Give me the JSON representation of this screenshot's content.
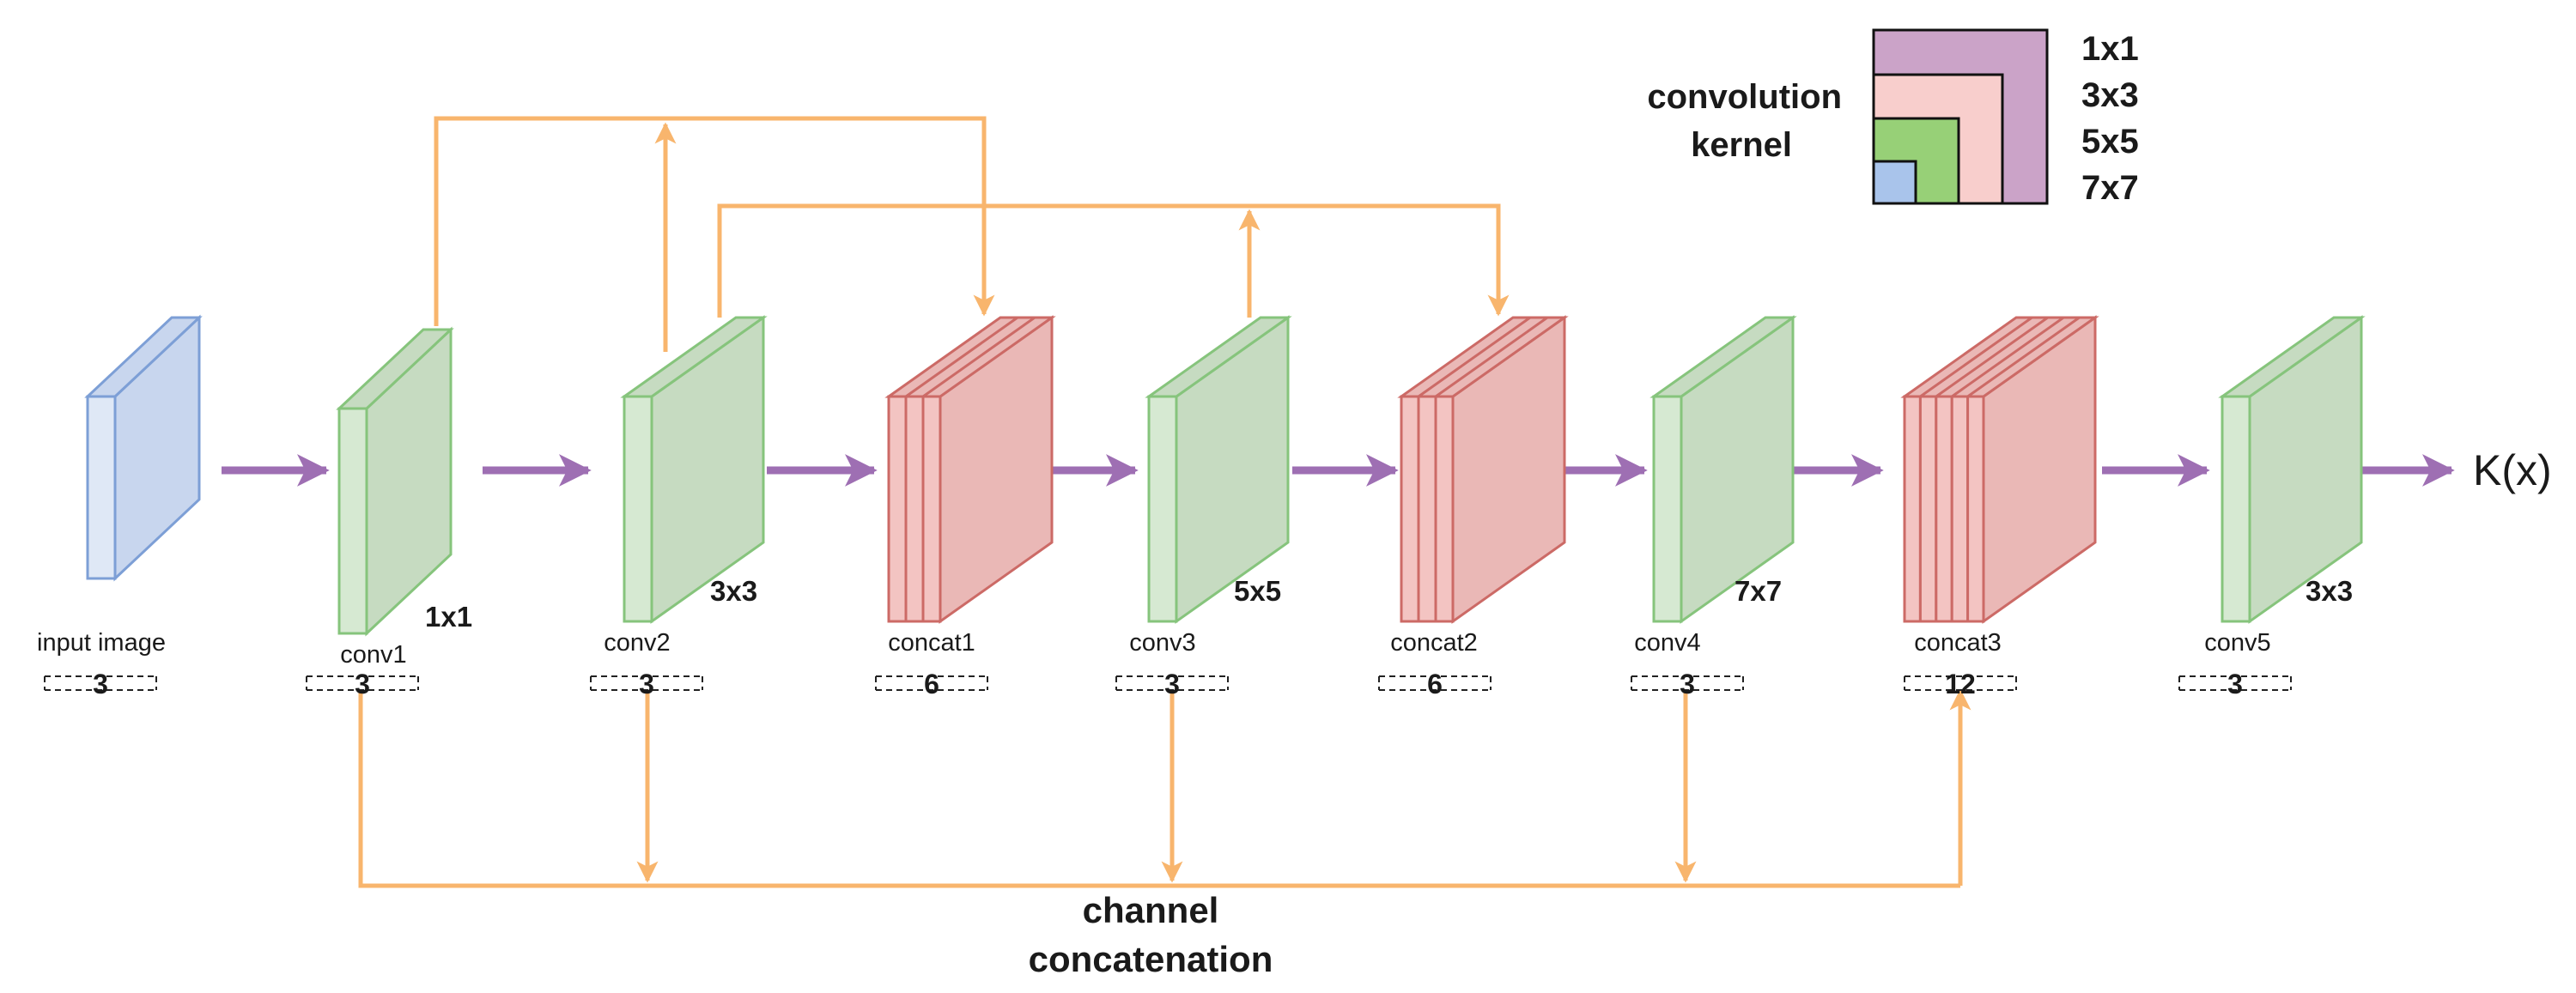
{
  "colors": {
    "flow_arrow": "#9e6fb3",
    "skip_line": "#f8b56d",
    "input_fill": "#c8d6ee",
    "input_stroke": "#7d9fd6",
    "conv_fill": "#c6dbc1",
    "conv_stroke": "#86c47c",
    "concat_fill": "#eab8b6",
    "concat_stroke": "#cc6a66",
    "kernel_1x1": "#cba3c8",
    "kernel_3x3": "#f8cecc",
    "kernel_5x5": "#97d077",
    "kernel_7x7": "#a9c4eb"
  },
  "layers": [
    {
      "id": "input",
      "type": "input",
      "name": "input image",
      "channels": "3",
      "kernel": ""
    },
    {
      "id": "conv1",
      "type": "conv",
      "name": "conv1",
      "channels": "3",
      "kernel": "1x1"
    },
    {
      "id": "conv2",
      "type": "conv",
      "name": "conv2",
      "channels": "3",
      "kernel": "3x3"
    },
    {
      "id": "concat1",
      "type": "concat",
      "name": "concat1",
      "channels": "6",
      "kernel": "",
      "slices": 3
    },
    {
      "id": "conv3",
      "type": "conv",
      "name": "conv3",
      "channels": "3",
      "kernel": "5x5"
    },
    {
      "id": "concat2",
      "type": "concat",
      "name": "concat2",
      "channels": "6",
      "kernel": "",
      "slices": 3
    },
    {
      "id": "conv4",
      "type": "conv",
      "name": "conv4",
      "channels": "3",
      "kernel": "7x7"
    },
    {
      "id": "concat3",
      "type": "concat",
      "name": "concat3",
      "channels": "12",
      "kernel": "",
      "slices": 5
    },
    {
      "id": "conv5",
      "type": "conv",
      "name": "conv5",
      "channels": "3",
      "kernel": "3x3"
    }
  ],
  "output_label": "K(x)",
  "bottom_label": {
    "line1": "channel",
    "line2": "concatenation"
  },
  "legend": {
    "title_line1": "convolution",
    "title_line2": "kernel",
    "items": [
      "1x1",
      "3x3",
      "5x5",
      "7x7"
    ]
  }
}
